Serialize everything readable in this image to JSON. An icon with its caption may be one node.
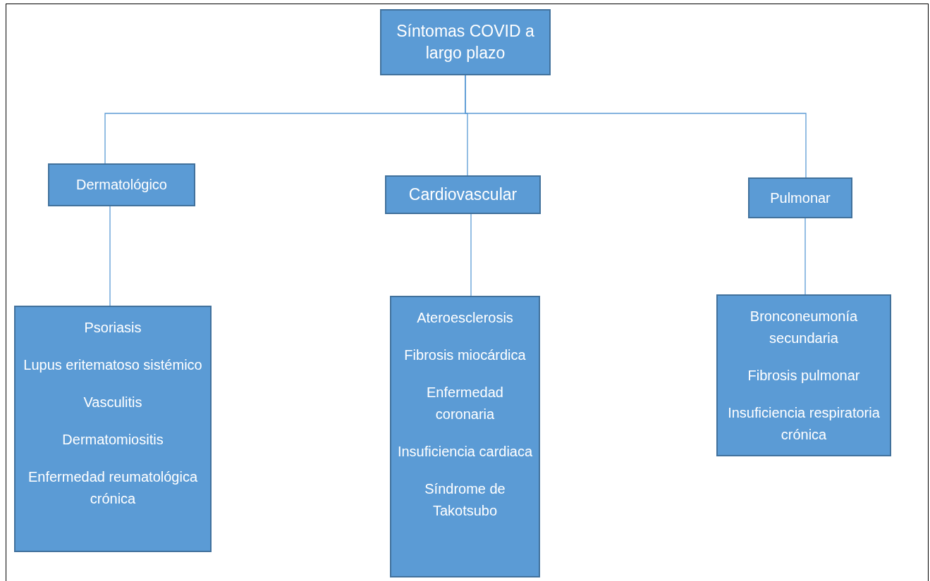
{
  "diagram": {
    "nodes": [
      {
        "text": [
          "Síntomas COVID a largo plazo"
        ]
      },
      {
        "text": [
          "Dermatológico"
        ]
      },
      {
        "text": [
          "Cardiovascular"
        ]
      },
      {
        "text": [
          "Pulmonar"
        ]
      },
      {
        "text": [
          "Psoriasis",
          "Lupus eritematoso sistémico",
          "Vasculitis",
          "Dermatomiositis",
          "Enfermedad reumatológica crónica"
        ]
      },
      {
        "text": [
          "Ateroesclerosis",
          "Fibrosis miocárdica",
          "Enfermedad coronaria",
          "Insuficiencia cardiaca",
          "Síndrome de Takotsubo"
        ]
      },
      {
        "text": [
          "Bronconeumonía secundaria",
          "Fibrosis pulmonar",
          "Insuficiencia respiratoria crónica"
        ]
      }
    ],
    "edges": [
      {
        "from": 0,
        "to": 1,
        "arrow": "none"
      },
      {
        "from": 0,
        "to": 2,
        "arrow": "none"
      },
      {
        "from": 0,
        "to": 3,
        "arrow": "none"
      },
      {
        "from": 1,
        "to": 4,
        "arrow": "none"
      },
      {
        "from": 2,
        "to": 5,
        "arrow": "none"
      },
      {
        "from": 3,
        "to": 6,
        "arrow": "none"
      }
    ]
  }
}
